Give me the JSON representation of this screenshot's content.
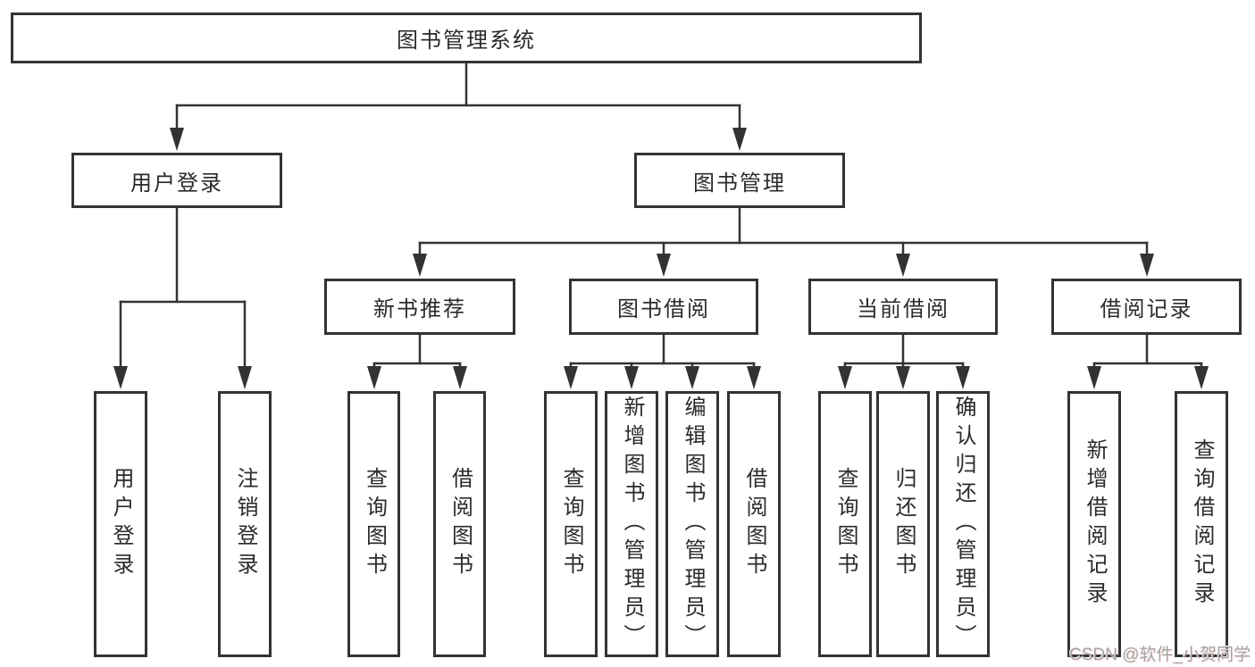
{
  "diagram": {
    "root": {
      "label": "图书管理系统"
    },
    "branches": [
      {
        "label": "用户登录",
        "children": [
          {
            "label": "用户登录"
          },
          {
            "label": "注销登录"
          }
        ]
      },
      {
        "label": "图书管理",
        "children": [
          {
            "label": "新书推荐",
            "children": [
              {
                "label": "查询图书"
              },
              {
                "label": "借阅图书"
              }
            ]
          },
          {
            "label": "图书借阅",
            "children": [
              {
                "label": "查询图书"
              },
              {
                "label": "新增图书（管理员）"
              },
              {
                "label": "编辑图书（管理员）"
              },
              {
                "label": "借阅图书"
              }
            ]
          },
          {
            "label": "当前借阅",
            "children": [
              {
                "label": "查询图书"
              },
              {
                "label": "归还图书"
              },
              {
                "label": "确认归还（管理员）"
              }
            ]
          },
          {
            "label": "借阅记录",
            "children": [
              {
                "label": "新增借阅记录"
              },
              {
                "label": "查询借阅记录"
              }
            ]
          }
        ]
      }
    ],
    "colors": {
      "line": "#333333",
      "box_border": "#333333",
      "box_fill": "#ffffff",
      "text": "#2b2b2b",
      "watermark": "#a3a3a3"
    },
    "watermark": "CSDN @软件_小贺同学"
  }
}
